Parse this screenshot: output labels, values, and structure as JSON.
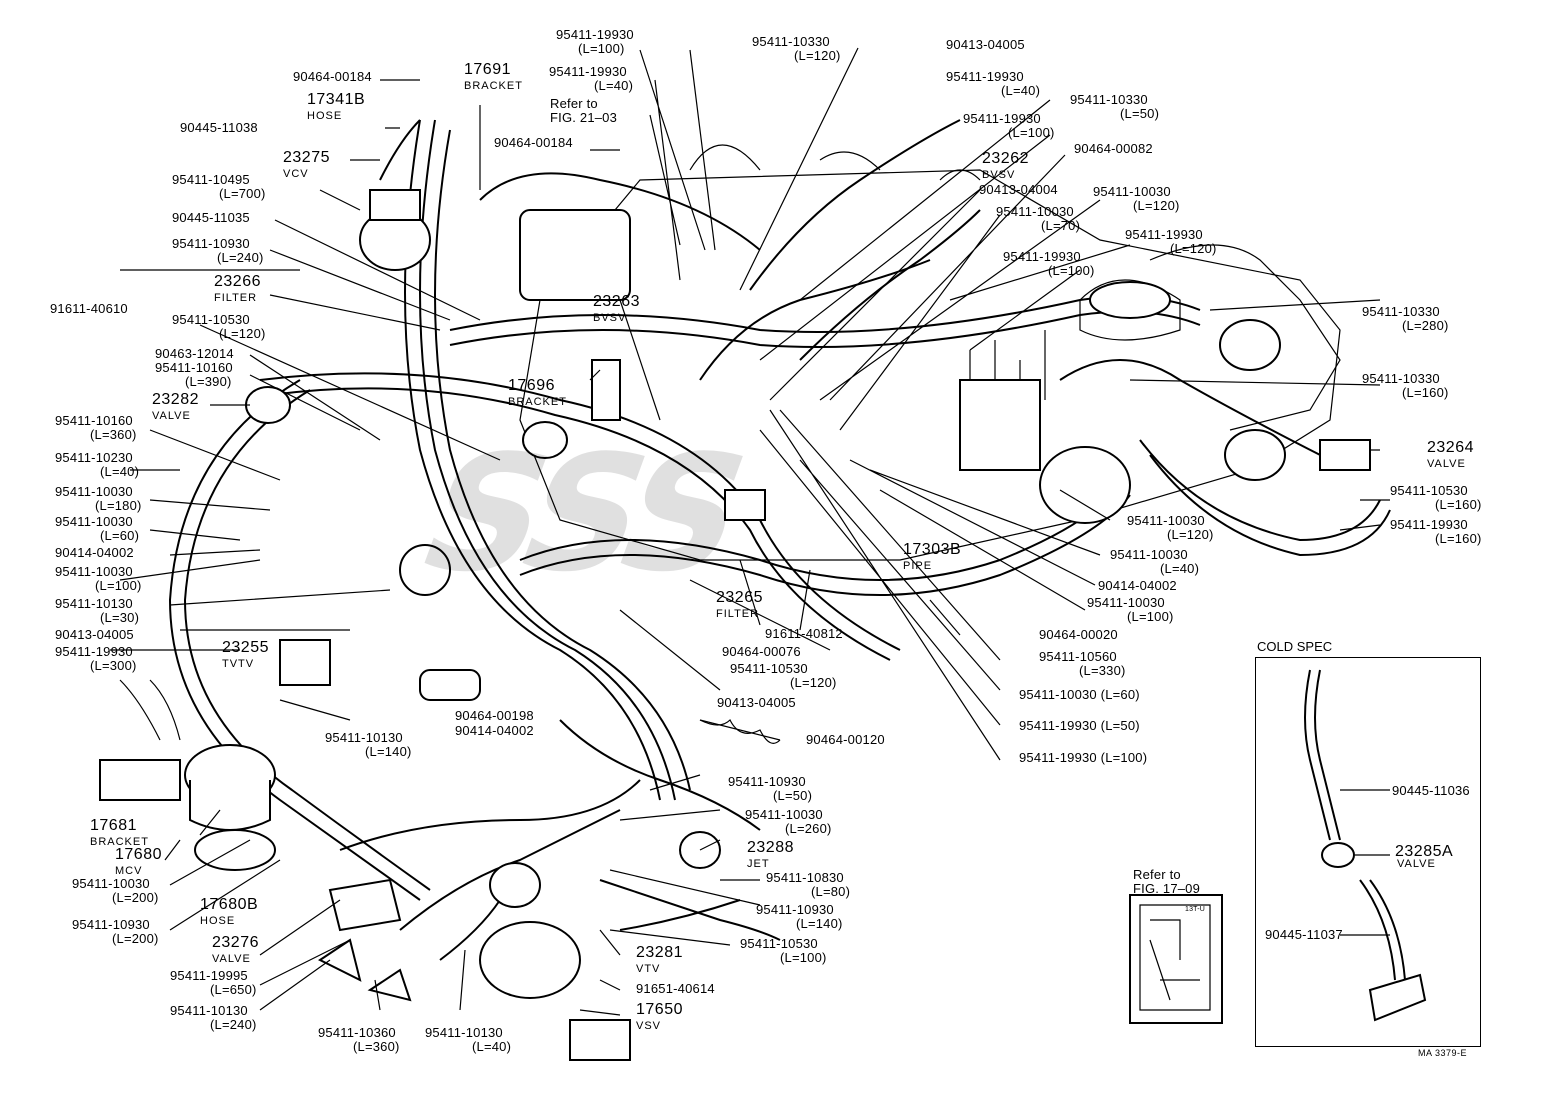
{
  "title_ref": {
    "refer1_line1": "Refer to",
    "refer1_line2": "FIG. 21–03",
    "refer2_line1": "Refer to",
    "refer2_line2": "FIG. 17–09",
    "panel_code": "13T-U"
  },
  "cold_spec": {
    "title": "COLD SPEC",
    "labels": [
      "90445-11036",
      "23285A",
      "VALVE",
      "90445-11037"
    ]
  },
  "footer": "MA 3379-E",
  "watermark": "SSS",
  "labels": {
    "l1": "95411-19930",
    "l1b": "(L=100)",
    "l2": "95411-10330",
    "l2b": "(L=120)",
    "l3": "90413-04005",
    "l4": "90464-00184",
    "l5": "17691",
    "l5b": "BRACKET",
    "l6": "95411-19930",
    "l6b": "(L=40)",
    "l7": "95411-19930",
    "l7b": "(L=40)",
    "l8": "17341B",
    "l8b": "HOSE",
    "l9": "95411-10330",
    "l9b": "(L=50)",
    "l10": "90445-11038",
    "l11": "95411-19930",
    "l11b": "(L=100)",
    "l12": "90464-00184",
    "l13": "90464-00082",
    "l14": "23275",
    "l14b": "VCV",
    "l15": "23262",
    "l15b": "BVSV",
    "l16": "95411-10495",
    "l16b": "(L=700)",
    "l17": "90413-04004",
    "l18": "95411-10030",
    "l18b": "(L=120)",
    "l19": "90445-11035",
    "l20": "95411-10030",
    "l20b": "(L=70)",
    "l21": "95411-19930",
    "l21b": "(L=120)",
    "l22": "95411-10930",
    "l22b": "(L=240)",
    "l23": "95411-19930",
    "l23b": "(L=100)",
    "l24": "23266",
    "l24b": "FILTER",
    "l25": "91611-40610",
    "l26": "23263",
    "l26b": "BVSV",
    "l27": "95411-10330",
    "l27b": "(L=280)",
    "l28": "95411-10530",
    "l28b": "(L=120)",
    "l29": "90463-12014",
    "l30": "95411-10160",
    "l30b": "(L=390)",
    "l31": "95411-10330",
    "l31b": "(L=160)",
    "l32": "23282",
    "l32b": "VALVE",
    "l33": "17696",
    "l33b": "BRACKET",
    "l34": "95411-10160",
    "l34b": "(L=360)",
    "l35": "23264",
    "l35b": "VALVE",
    "l36": "95411-10230",
    "l36b": "(L=40)",
    "l37": "95411-10530",
    "l37b": "(L=160)",
    "l38": "95411-10030",
    "l38b": "(L=180)",
    "l39": "95411-19930",
    "l39b": "(L=160)",
    "l40": "95411-10030",
    "l40b": "(L=60)",
    "l41": "95411-10030",
    "l41b": "(L=120)",
    "l42": "90414-04002",
    "l43": "17303B",
    "l43b": "PIPE",
    "l44": "95411-10030",
    "l44b": "(L=40)",
    "l45": "95411-10030",
    "l45b": "(L=100)",
    "l46": "90414-04002",
    "l47": "23265",
    "l47b": "FILTER",
    "l48": "95411-10030",
    "l48b": "(L=100)",
    "l49": "95411-10130",
    "l49b": "(L=30)",
    "l50": "91611-40812",
    "l51": "90464-00020",
    "l52": "90413-04005",
    "l53": "90464-00076",
    "l54": "23255",
    "l54b": "TVTV",
    "l55": "95411-19930",
    "l55b": "(L=300)",
    "l56": "95411-10560",
    "l56b": "(L=330)",
    "l57": "95411-10530",
    "l57b": "(L=120)",
    "l58": "95411-10030 (L=60)",
    "l59": "90413-04005",
    "l60": "95411-19930 (L=50)",
    "l61": "95411-10130",
    "l61b": "(L=140)",
    "l62": "90464-00198",
    "l63": "90414-04002",
    "l64": "90464-00120",
    "l65": "95411-19930 (L=100)",
    "l66": "95411-10930",
    "l66b": "(L=50)",
    "l67": "95411-10030",
    "l67b": "(L=260)",
    "l68": "17681",
    "l68b": "BRACKET",
    "l69": "17680",
    "l69b": "MCV",
    "l70": "23288",
    "l70b": "JET",
    "l71": "95411-10030",
    "l71b": "(L=200)",
    "l72": "17680B",
    "l72b": "HOSE",
    "l73": "95411-10830",
    "l73b": "(L=80)",
    "l74": "95411-10930",
    "l74b": "(L=200)",
    "l75": "95411-10930",
    "l75b": "(L=140)",
    "l76": "23276",
    "l76b": "VALVE",
    "l77": "95411-10530",
    "l77b": "(L=100)",
    "l78": "23281",
    "l78b": "VTV",
    "l79": "95411-19995",
    "l79b": "(L=650)",
    "l80": "91651-40614",
    "l81": "95411-10130",
    "l81b": "(L=240)",
    "l82": "17650",
    "l82b": "VSV",
    "l83": "95411-10360",
    "l83b": "(L=360)",
    "l84": "95411-10130",
    "l84b": "(L=40)"
  }
}
